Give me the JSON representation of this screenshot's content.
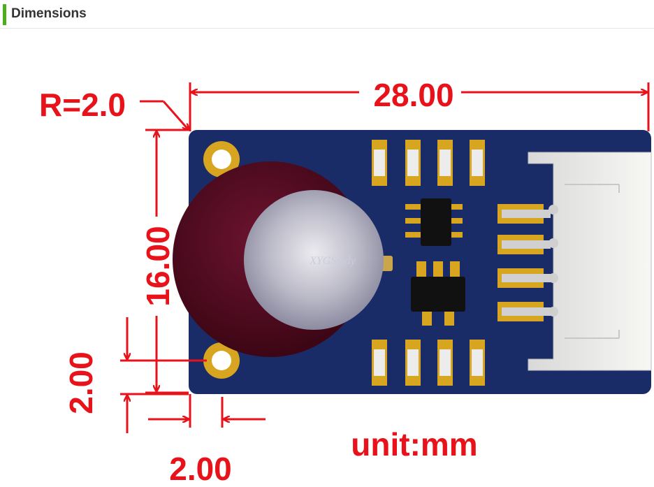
{
  "header": {
    "title": "Dimensions",
    "accent_color": "#4caf1a"
  },
  "dimensions": {
    "radius": "R=2.0",
    "width": "28.00",
    "height": "16.00",
    "hole_offset_y": "2.00",
    "hole_offset_x": "2.00",
    "unit": "unit:mm"
  },
  "board": {
    "watermark": "XYGStudy",
    "pcb_color": "#1a2c68",
    "sensor_color": "#5a0a22"
  },
  "colors": {
    "dimension": "#e8121b"
  }
}
